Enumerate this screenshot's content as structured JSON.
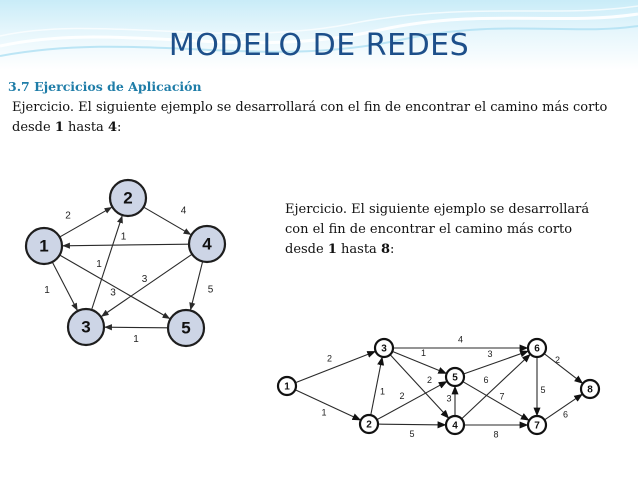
{
  "slide": {
    "title": "MODELO DE REDES",
    "section": "3.7 Ejercicios  de Aplicación"
  },
  "exercise1": {
    "text_before_1": "Ejercicio. El siguiente ejemplo se desarrollará con el fin de encontrar el camino más corto desde ",
    "from": "1",
    "text_mid": " hasta ",
    "to": "4",
    "text_end": ":"
  },
  "exercise2": {
    "text_before_1": "Ejercicio. El siguiente ejemplo se desarrollará con el fin de encontrar el camino más corto desde ",
    "from": "1",
    "text_mid": " hasta ",
    "to": "8",
    "text_end": ":"
  },
  "graph1": {
    "nodes": [
      "1",
      "2",
      "3",
      "4",
      "5"
    ],
    "edges": [
      {
        "from": "1",
        "to": "2",
        "weight": "2"
      },
      {
        "from": "2",
        "to": "4",
        "weight": "4"
      },
      {
        "from": "4",
        "to": "1",
        "weight": "1"
      },
      {
        "from": "3",
        "to": "2",
        "weight": "1"
      },
      {
        "from": "1",
        "to": "5",
        "weight": "3"
      },
      {
        "from": "4",
        "to": "3",
        "weight": "3"
      },
      {
        "from": "1",
        "to": "3",
        "weight": "1"
      },
      {
        "from": "4",
        "to": "5",
        "weight": "5"
      },
      {
        "from": "5",
        "to": "3",
        "weight": "1"
      }
    ]
  },
  "graph2": {
    "nodes": [
      "1",
      "2",
      "3",
      "4",
      "5",
      "6",
      "7",
      "8"
    ],
    "edges": [
      {
        "from": "1",
        "to": "3",
        "weight": "2"
      },
      {
        "from": "1",
        "to": "2",
        "weight": "1"
      },
      {
        "from": "2",
        "to": "3",
        "weight": "1"
      },
      {
        "from": "2",
        "to": "5",
        "weight": "2"
      },
      {
        "from": "2",
        "to": "4",
        "weight": "5"
      },
      {
        "from": "3",
        "to": "5",
        "weight": "1"
      },
      {
        "from": "3",
        "to": "4",
        "weight": "2"
      },
      {
        "from": "3",
        "to": "6",
        "weight": "4"
      },
      {
        "from": "4",
        "to": "5",
        "weight": "3"
      },
      {
        "from": "4",
        "to": "6",
        "weight": "6"
      },
      {
        "from": "4",
        "to": "7",
        "weight": "8"
      },
      {
        "from": "5",
        "to": "6",
        "weight": "3"
      },
      {
        "from": "5",
        "to": "7",
        "weight": "7"
      },
      {
        "from": "6",
        "to": "7",
        "weight": "5"
      },
      {
        "from": "6",
        "to": "8",
        "weight": "2"
      },
      {
        "from": "7",
        "to": "8",
        "weight": "6"
      }
    ]
  },
  "colors": {
    "title": "#1d4f8a",
    "section": "#1f7da8",
    "node_fill": "#cdd5e6",
    "node_stroke": "#1e1e1e"
  }
}
